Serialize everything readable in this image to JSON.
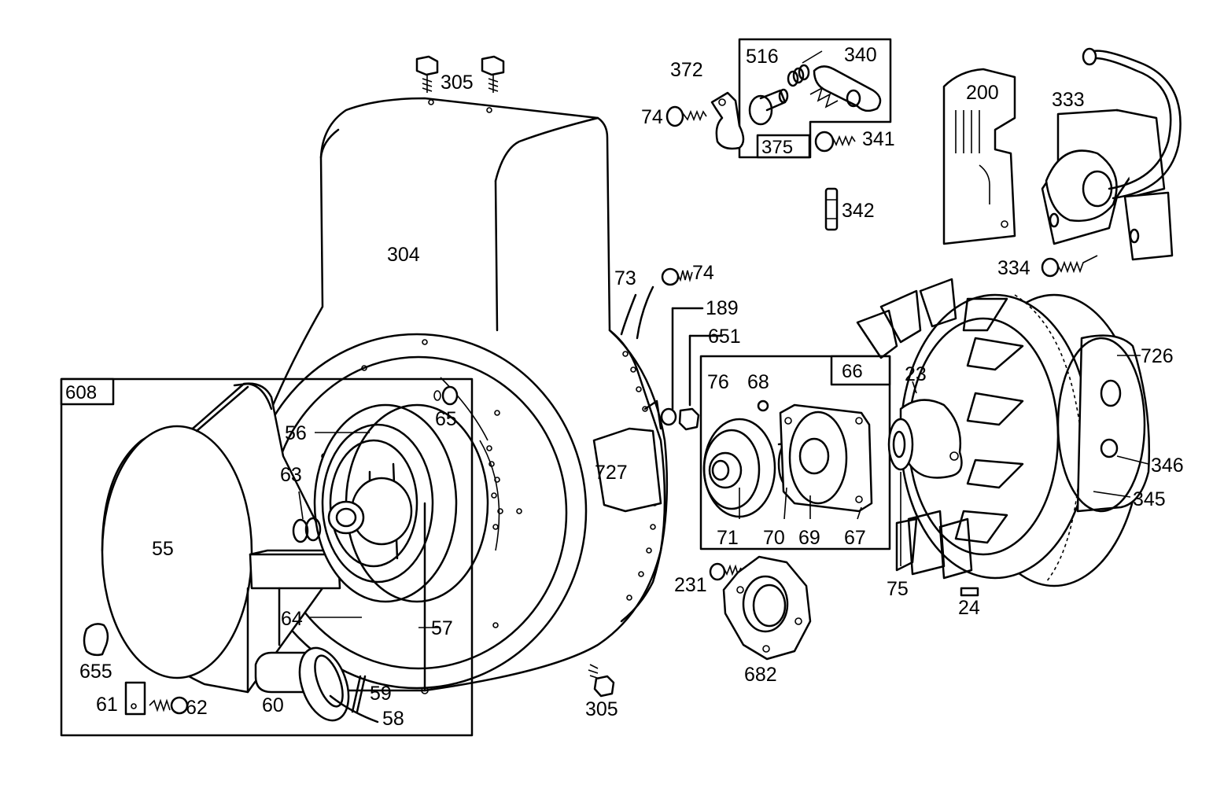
{
  "labels": {
    "l305_top": "305",
    "l304": "304",
    "l372": "372",
    "l516": "516",
    "l340": "340",
    "l74_top": "74",
    "l375": "375",
    "l341": "341",
    "l342": "342",
    "l200": "200",
    "l333": "333",
    "l334": "334",
    "l73": "73",
    "l74_mid": "74",
    "l189": "189",
    "l651": "651",
    "l66": "66",
    "l76": "76",
    "l68": "68",
    "l23": "23",
    "l726": "726",
    "l608": "608",
    "l65": "65",
    "l56": "56",
    "l63": "63",
    "l727": "727",
    "l346": "346",
    "l345": "345",
    "l55": "55",
    "l71": "71",
    "l70": "70",
    "l69": "69",
    "l67": "67",
    "l75": "75",
    "l231": "231",
    "l24": "24",
    "l64": "64",
    "l57": "57",
    "l655": "655",
    "l682": "682",
    "l61": "61",
    "l62": "62",
    "l60": "60",
    "l59": "59",
    "l58": "58",
    "l305_bottom": "305"
  }
}
